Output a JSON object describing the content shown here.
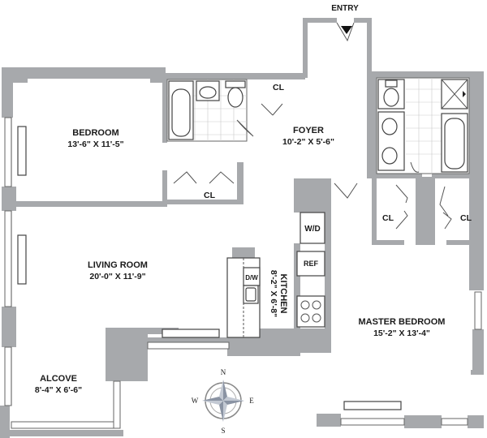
{
  "entry": {
    "label": "ENTRY"
  },
  "rooms": {
    "bedroom": {
      "name": "BEDROOM",
      "dims": "13'-6\" X 11'-5\""
    },
    "living_room": {
      "name": "LIVING ROOM",
      "dims": "20'-0\" X 11'-9\""
    },
    "alcove": {
      "name": "ALCOVE",
      "dims": "8'-4\" X 6'-6\""
    },
    "foyer": {
      "name": "FOYER",
      "dims": "10'-2\" X 5'-6\""
    },
    "kitchen": {
      "name": "KITCHEN",
      "dims": "8'-2\" X 6'-8\""
    },
    "master_bedroom": {
      "name": "MASTER BEDROOM",
      "dims": "15'-2\" X 13'-4\""
    }
  },
  "closets": {
    "foyer_cl": "CL",
    "bedroom_cl": "CL",
    "master_cl_left": "CL",
    "master_cl_right": "CL"
  },
  "appliances": {
    "washer_dryer": "W/D",
    "refrigerator": "REF",
    "dishwasher": "D/W"
  },
  "compass": {
    "n": "N",
    "s": "S",
    "e": "E",
    "w": "W"
  }
}
